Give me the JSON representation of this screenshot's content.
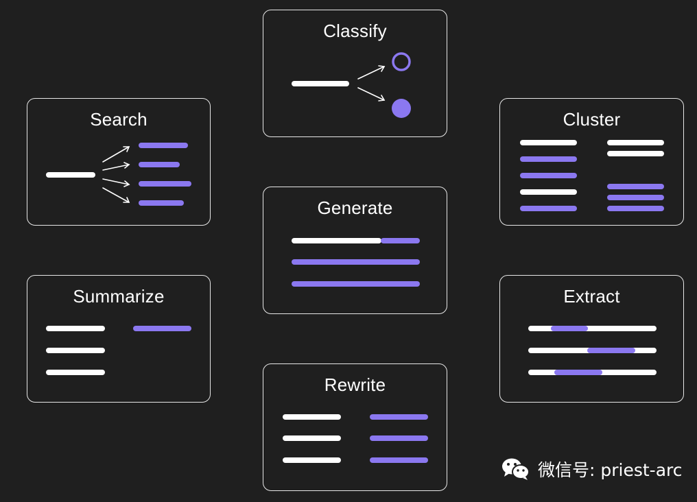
{
  "colors": {
    "background": "#1f1f1f",
    "card_border": "#e8e8e8",
    "line_white": "#ffffff",
    "accent": "#8b78f0"
  },
  "cards": {
    "search": {
      "title": "Search"
    },
    "classify": {
      "title": "Classify"
    },
    "cluster": {
      "title": "Cluster"
    },
    "generate": {
      "title": "Generate"
    },
    "summarize": {
      "title": "Summarize"
    },
    "extract": {
      "title": "Extract"
    },
    "rewrite": {
      "title": "Rewrite"
    }
  },
  "watermark": {
    "icon": "wechat-icon",
    "text": "微信号: priest-arc"
  }
}
